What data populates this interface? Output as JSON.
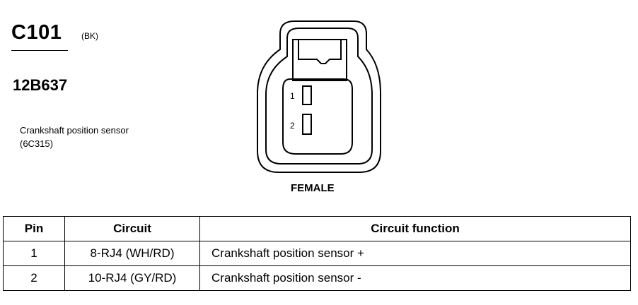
{
  "connector": {
    "id": "C101",
    "color_code": "(BK)",
    "part_number": "12B637",
    "component_description": "Crankshaft position sensor (6C315)",
    "view_label": "FEMALE",
    "cavity_labels": [
      "1",
      "2"
    ]
  },
  "pin_table": {
    "headers": {
      "pin": "Pin",
      "circuit": "Circuit",
      "function": "Circuit function"
    },
    "rows": [
      {
        "pin": "1",
        "circuit": "8-RJ4 (WH/RD)",
        "function": "Crankshaft position sensor  +"
      },
      {
        "pin": "2",
        "circuit": "10-RJ4 (GY/RD)",
        "function": "Crankshaft position sensor  -"
      }
    ]
  }
}
